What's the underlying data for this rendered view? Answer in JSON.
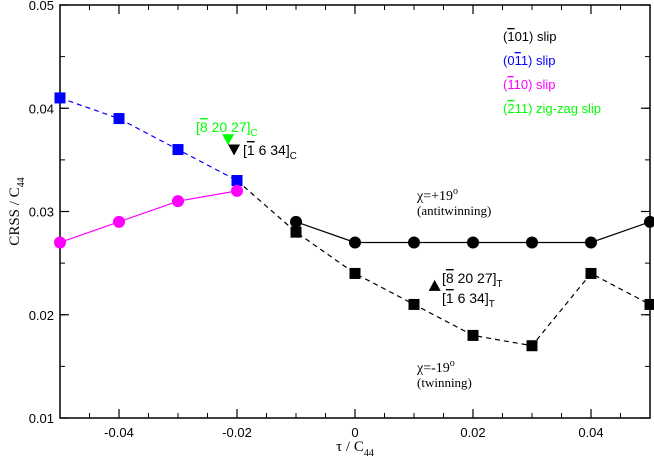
{
  "chart_data": {
    "type": "line",
    "xlabel_main": "τ / C",
    "xlabel_sub": "44",
    "ylabel_main": "CRSS / C",
    "ylabel_sub": "44",
    "xlim": [
      -0.05,
      0.05
    ],
    "ylim": [
      0.01,
      0.05
    ],
    "x_ticks": [
      -0.04,
      -0.02,
      0,
      0.02,
      0.04
    ],
    "x_tick_labels": [
      "-0.04",
      "-0.02",
      "0",
      "0.02",
      "0.04"
    ],
    "y_ticks": [
      0.01,
      0.02,
      0.03,
      0.04,
      0.05
    ],
    "y_tick_labels": [
      "0.01",
      "0.02",
      "0.03",
      "0.04",
      "0.05"
    ],
    "grid": false,
    "series": [
      {
        "key": "antitwinning",
        "color": "#000000",
        "marker": "circle",
        "dash": "solid",
        "x": [
          -0.01,
          0,
          0.01,
          0.02,
          0.03,
          0.04,
          0.05
        ],
        "y": [
          0.029,
          0.027,
          0.027,
          0.027,
          0.027,
          0.027,
          0.029
        ]
      },
      {
        "key": "twinning",
        "color": "#000000",
        "marker": "square",
        "dash": "dashed",
        "x": [
          -0.02,
          -0.01,
          0,
          0.01,
          0.02,
          0.03,
          0.04,
          0.05
        ],
        "y": [
          0.033,
          0.028,
          0.024,
          0.021,
          0.018,
          0.017,
          0.024,
          0.021
        ]
      },
      {
        "key": "blue",
        "color": "#0000ff",
        "marker": "square",
        "dash": "dashed",
        "x": [
          -0.05,
          -0.04,
          -0.03,
          -0.02
        ],
        "y": [
          0.041,
          0.039,
          0.036,
          0.033
        ]
      },
      {
        "key": "magenta",
        "color": "#ff00ff",
        "marker": "circle",
        "dash": "solid",
        "x": [
          -0.05,
          -0.04,
          -0.03,
          -0.02
        ],
        "y": [
          0.027,
          0.029,
          0.031,
          0.032
        ]
      }
    ],
    "points": [
      {
        "key": "green-C",
        "color": "#00ff00",
        "marker": "triangle-down",
        "x": -0.0215,
        "y": 0.037
      },
      {
        "key": "black-C",
        "color": "#000000",
        "marker": "triangle-down",
        "x": -0.0205,
        "y": 0.036
      },
      {
        "key": "black-T",
        "color": "#000000",
        "marker": "triangle-up",
        "x": 0.0135,
        "y": 0.0228
      }
    ],
    "legend": {
      "placement": "top-right",
      "entries": [
        {
          "prefix": "(",
          "over": "1",
          "rest": "01) slip",
          "color": "#000000"
        },
        {
          "prefix": "(0",
          "over": "1",
          "rest": "1) slip",
          "color": "#0000ff"
        },
        {
          "prefix": "(",
          "over": "1",
          "rest": "10) slip",
          "color": "#ff00ff"
        },
        {
          "prefix": "(",
          "over": "2",
          "rest": "11) zig-zag slip",
          "color": "#00ff00"
        }
      ]
    },
    "annotations": {
      "green_c": {
        "open": "[",
        "over": "8",
        "rest": " 20 27]",
        "sub": "C",
        "color": "#00ff00"
      },
      "black_c": {
        "open": "[",
        "over": "1",
        "rest": " 6 34]",
        "sub": "C",
        "color": "#000000"
      },
      "t_line1": {
        "open": "[",
        "over": "8",
        "rest": " 20 27]",
        "sub": "T",
        "color": "#000000"
      },
      "t_line2": {
        "open": "[",
        "over": "1",
        "rest": " 6 34]",
        "sub": "T",
        "color": "#000000"
      },
      "anti_chi": {
        "text": "χ=+19",
        "sup": "o"
      },
      "anti_label": "(antitwinning)",
      "twin_chi": {
        "text": "χ=-19",
        "sup": "o"
      },
      "twin_label": "(twinning)"
    }
  }
}
